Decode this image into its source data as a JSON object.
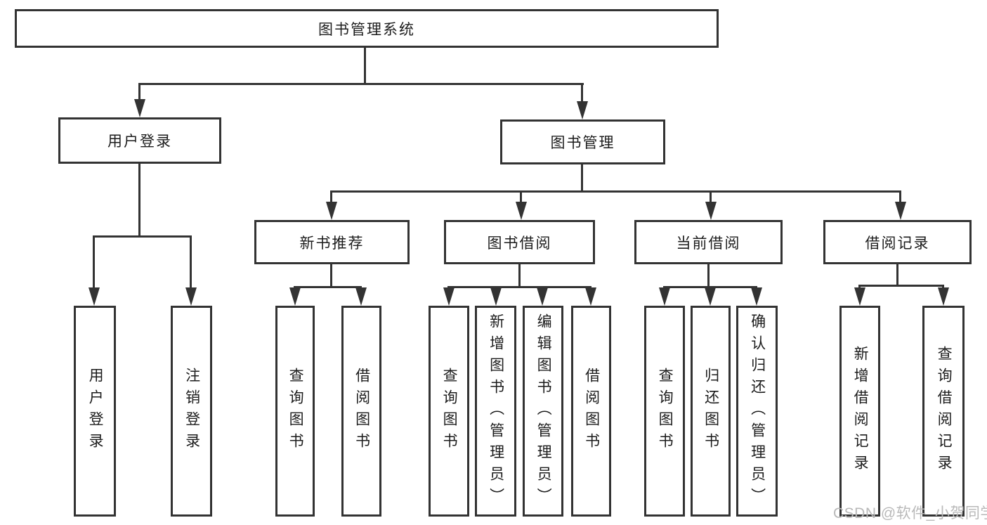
{
  "diagram": {
    "root": {
      "label": "图书管理系统"
    },
    "level2": [
      {
        "label": "用户登录"
      },
      {
        "label": "图书管理"
      }
    ],
    "level3": [
      {
        "label": "新书推荐"
      },
      {
        "label": "图书借阅"
      },
      {
        "label": "当前借阅"
      },
      {
        "label": "借阅记录"
      }
    ],
    "leaves": [
      {
        "label": "用户登录"
      },
      {
        "label": "注销登录"
      },
      {
        "label": "查询图书"
      },
      {
        "label": "借阅图书"
      },
      {
        "label": "查询图书"
      },
      {
        "label": "新增图书（管理员）"
      },
      {
        "label": "编辑图书（管理员）"
      },
      {
        "label": "借阅图书"
      },
      {
        "label": "查询图书"
      },
      {
        "label": "归还图书"
      },
      {
        "label": "确认归还（管理员）"
      },
      {
        "label": "新增借阅记录"
      },
      {
        "label": "查询借阅记录"
      }
    ]
  },
  "watermark": {
    "text": "CSDN @软件_小贺同学"
  },
  "colors": {
    "line": "#333333",
    "box_border": "#333333",
    "box_fill": "#ffffff",
    "text": "#1c1c1c",
    "watermark": "#b9b9b9",
    "background": "#ffffff"
  }
}
